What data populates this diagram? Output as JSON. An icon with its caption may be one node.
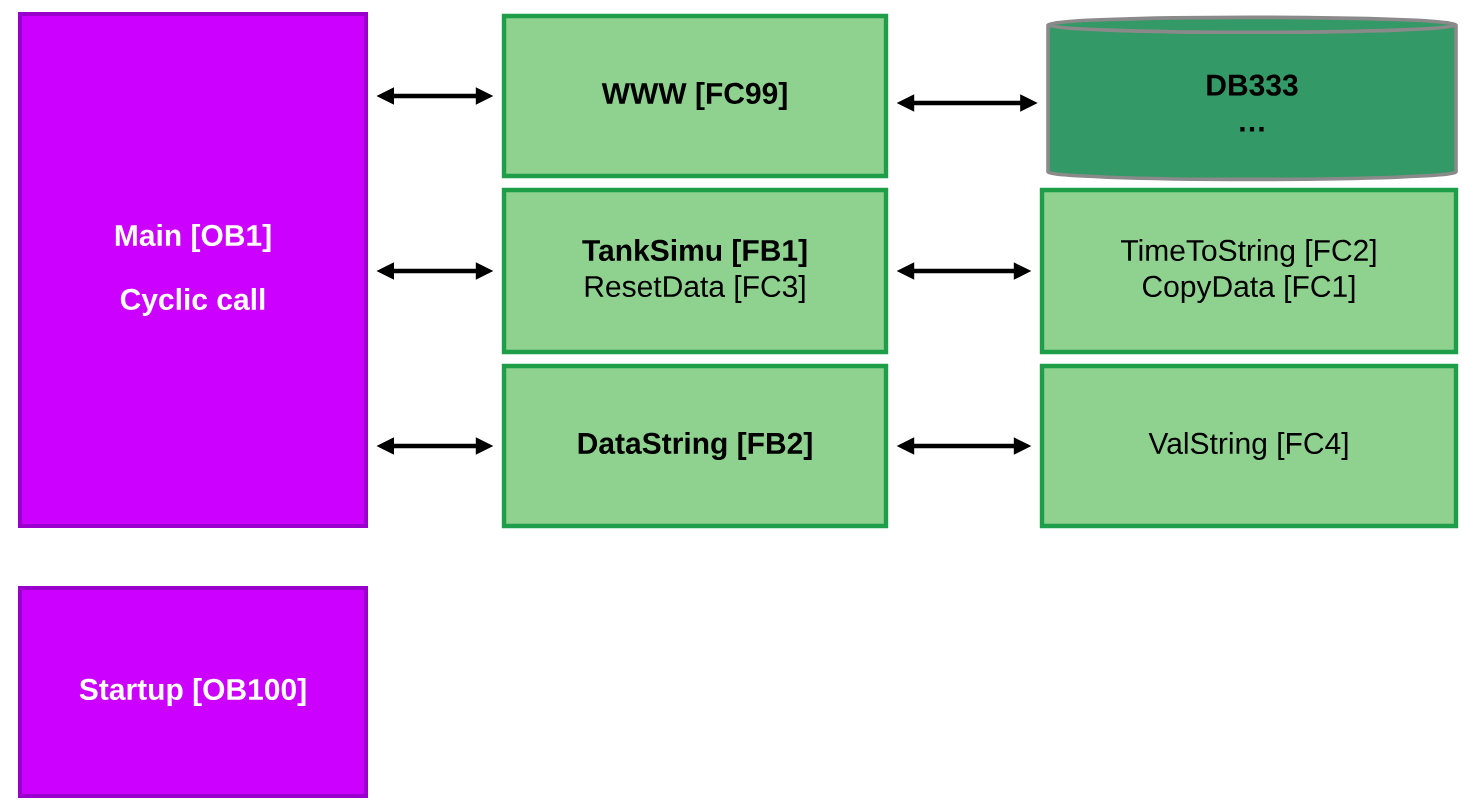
{
  "diagram": {
    "nodes": [
      {
        "text": [
          "Main [OB1]",
          "Cyclic call"
        ]
      },
      {
        "text": [
          "WWW [FC99]"
        ]
      },
      {
        "text": [
          "DB333",
          "…"
        ]
      },
      {
        "text": [
          "TankSimu [FB1]",
          "ResetData [FC3]"
        ]
      },
      {
        "text": [
          "TimeToString [FC2]",
          "CopyData [FC1]"
        ]
      },
      {
        "text": [
          "DataString [FB2]"
        ]
      },
      {
        "text": [
          "ValString [FC4]"
        ]
      },
      {
        "text": [
          "Startup [OB100]"
        ]
      }
    ],
    "edges": [
      {
        "from": 0,
        "to": 1,
        "arrow": "both"
      },
      {
        "from": 1,
        "to": 2,
        "arrow": "both"
      },
      {
        "from": 0,
        "to": 3,
        "arrow": "both"
      },
      {
        "from": 3,
        "to": 4,
        "arrow": "both"
      },
      {
        "from": 0,
        "to": 5,
        "arrow": "both"
      },
      {
        "from": 5,
        "to": 6,
        "arrow": "both"
      }
    ]
  }
}
